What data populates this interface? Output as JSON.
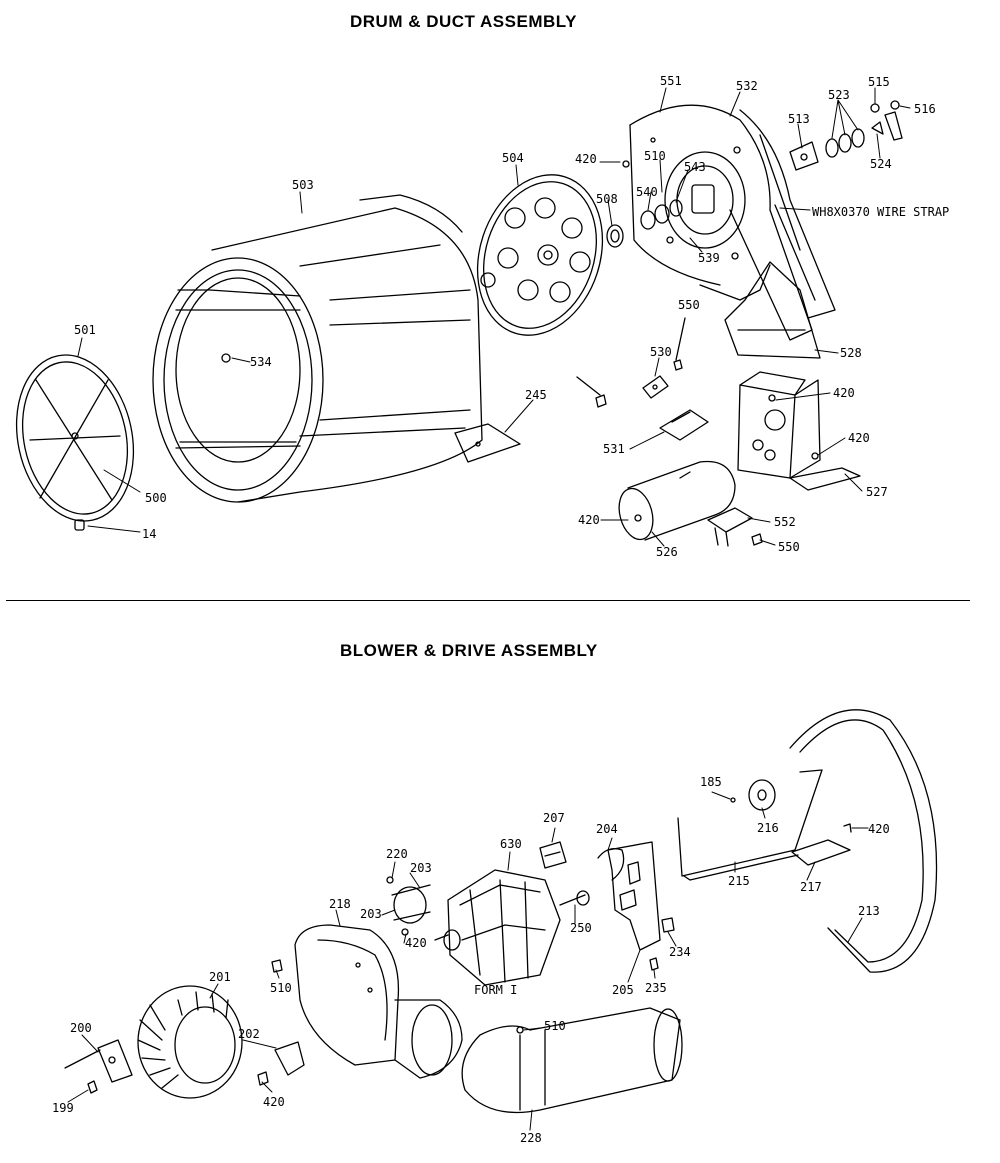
{
  "titles": {
    "drum_duct": "DRUM & DUCT ASSEMBLY",
    "blower_drive": "BLOWER & DRIVE ASSEMBLY"
  },
  "callouts": {
    "c501": "501",
    "c503": "503",
    "c504": "504",
    "c534": "534",
    "c500": "500",
    "c14": "14",
    "c245": "245",
    "c508": "508",
    "c420a": "420",
    "c510a": "510",
    "c543": "543",
    "c540": "540",
    "c539": "539",
    "c551": "551",
    "c532": "532",
    "c513": "513",
    "c523": "523",
    "c515": "515",
    "c516": "516",
    "c524": "524",
    "strap": "WH8X0370 WIRE STRAP",
    "c528": "528",
    "c550a": "550",
    "c530": "530",
    "c531": "531",
    "c420b": "420",
    "c420c": "420",
    "c527": "527",
    "c420d": "420",
    "c526": "526",
    "c552": "552",
    "c550b": "550",
    "c185": "185",
    "c216": "216",
    "c420e": "420",
    "c215": "215",
    "c217": "217",
    "c213": "213",
    "c207": "207",
    "c204": "204",
    "c630": "630",
    "c220": "220",
    "c203a": "203",
    "c203b": "203",
    "c420f": "420",
    "c218": "218",
    "c250": "250",
    "c234": "234",
    "c205": "205",
    "c235": "235",
    "form": "FORM I",
    "c510b": "510",
    "c201": "201",
    "c200": "200",
    "c202": "202",
    "c420g": "420",
    "c199": "199",
    "c510c": "510",
    "c228": "228"
  }
}
